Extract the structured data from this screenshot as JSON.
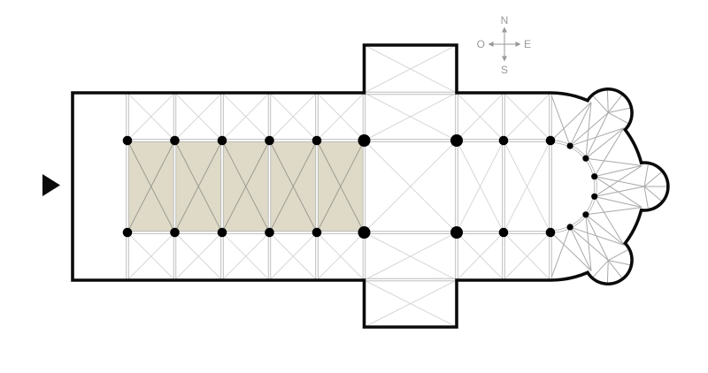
{
  "title": "church-floor-plan",
  "compass": {
    "north": "N",
    "west": "O",
    "east": "E",
    "south": "S"
  },
  "plan": {
    "highlighted_nave_bays": 5,
    "choir_bays": 2,
    "hemicycle_columns": 6,
    "radiating_chapels": 3,
    "transept_arms": 2,
    "entrance_marker": "west-entrance-arrow"
  },
  "colors": {
    "background": "#ffffff",
    "wall": "#0b0b0b",
    "pier": "#000000",
    "highlight_fill": "#dedac7",
    "highlight_rib": "#9c9c93",
    "light_rib": "#d7d7d7",
    "ambulatory_rib": "#a9a9a9",
    "double_line": "#b3b3b3",
    "compass": "#999999"
  }
}
